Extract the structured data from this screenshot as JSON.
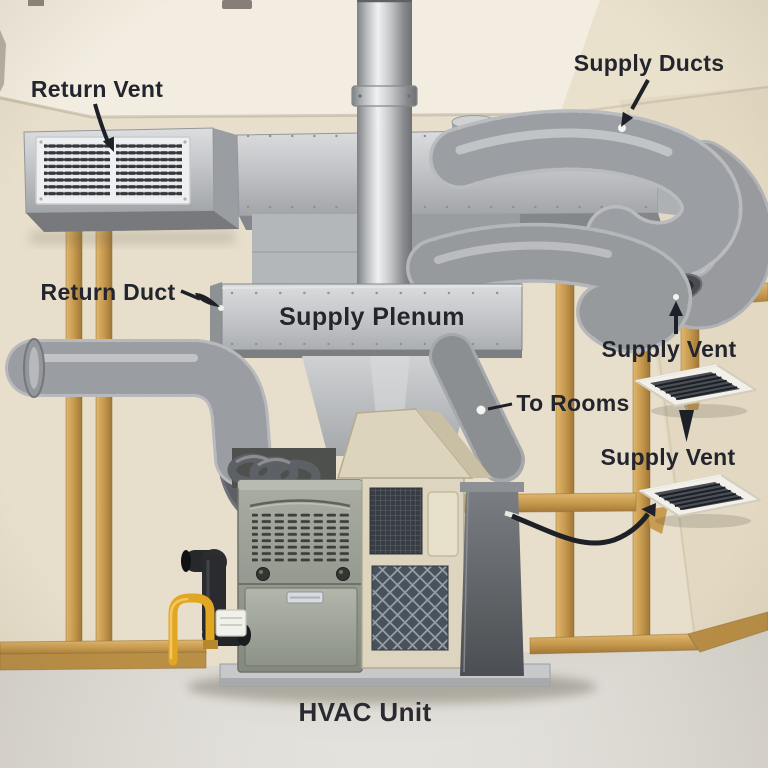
{
  "diagram": {
    "labels": {
      "return_vent": "Return Vent",
      "supply_ducts": "Supply Ducts",
      "return_duct": "Return Duct",
      "supply_plenum": "Supply Plenum",
      "to_rooms": "To Rooms",
      "supply_vent_upper": "Supply Vent",
      "supply_vent_lower": "Supply Vent",
      "hvac_unit": "HVAC Unit"
    },
    "colors": {
      "label_text": "#22252d",
      "arrow": "#1d2127",
      "wall": "#e7dfcb",
      "ceiling": "#f2ede0",
      "floor": "#dbd8d2",
      "wood_stud": "#c3964b",
      "sheet_metal": "#c3c5c8",
      "flex_duct": "#b7b9bc",
      "furnace_cabinet": "#9aa093",
      "gas_line_yellow": "#e2a722",
      "vent_frame_white": "#f2f0e9"
    }
  }
}
